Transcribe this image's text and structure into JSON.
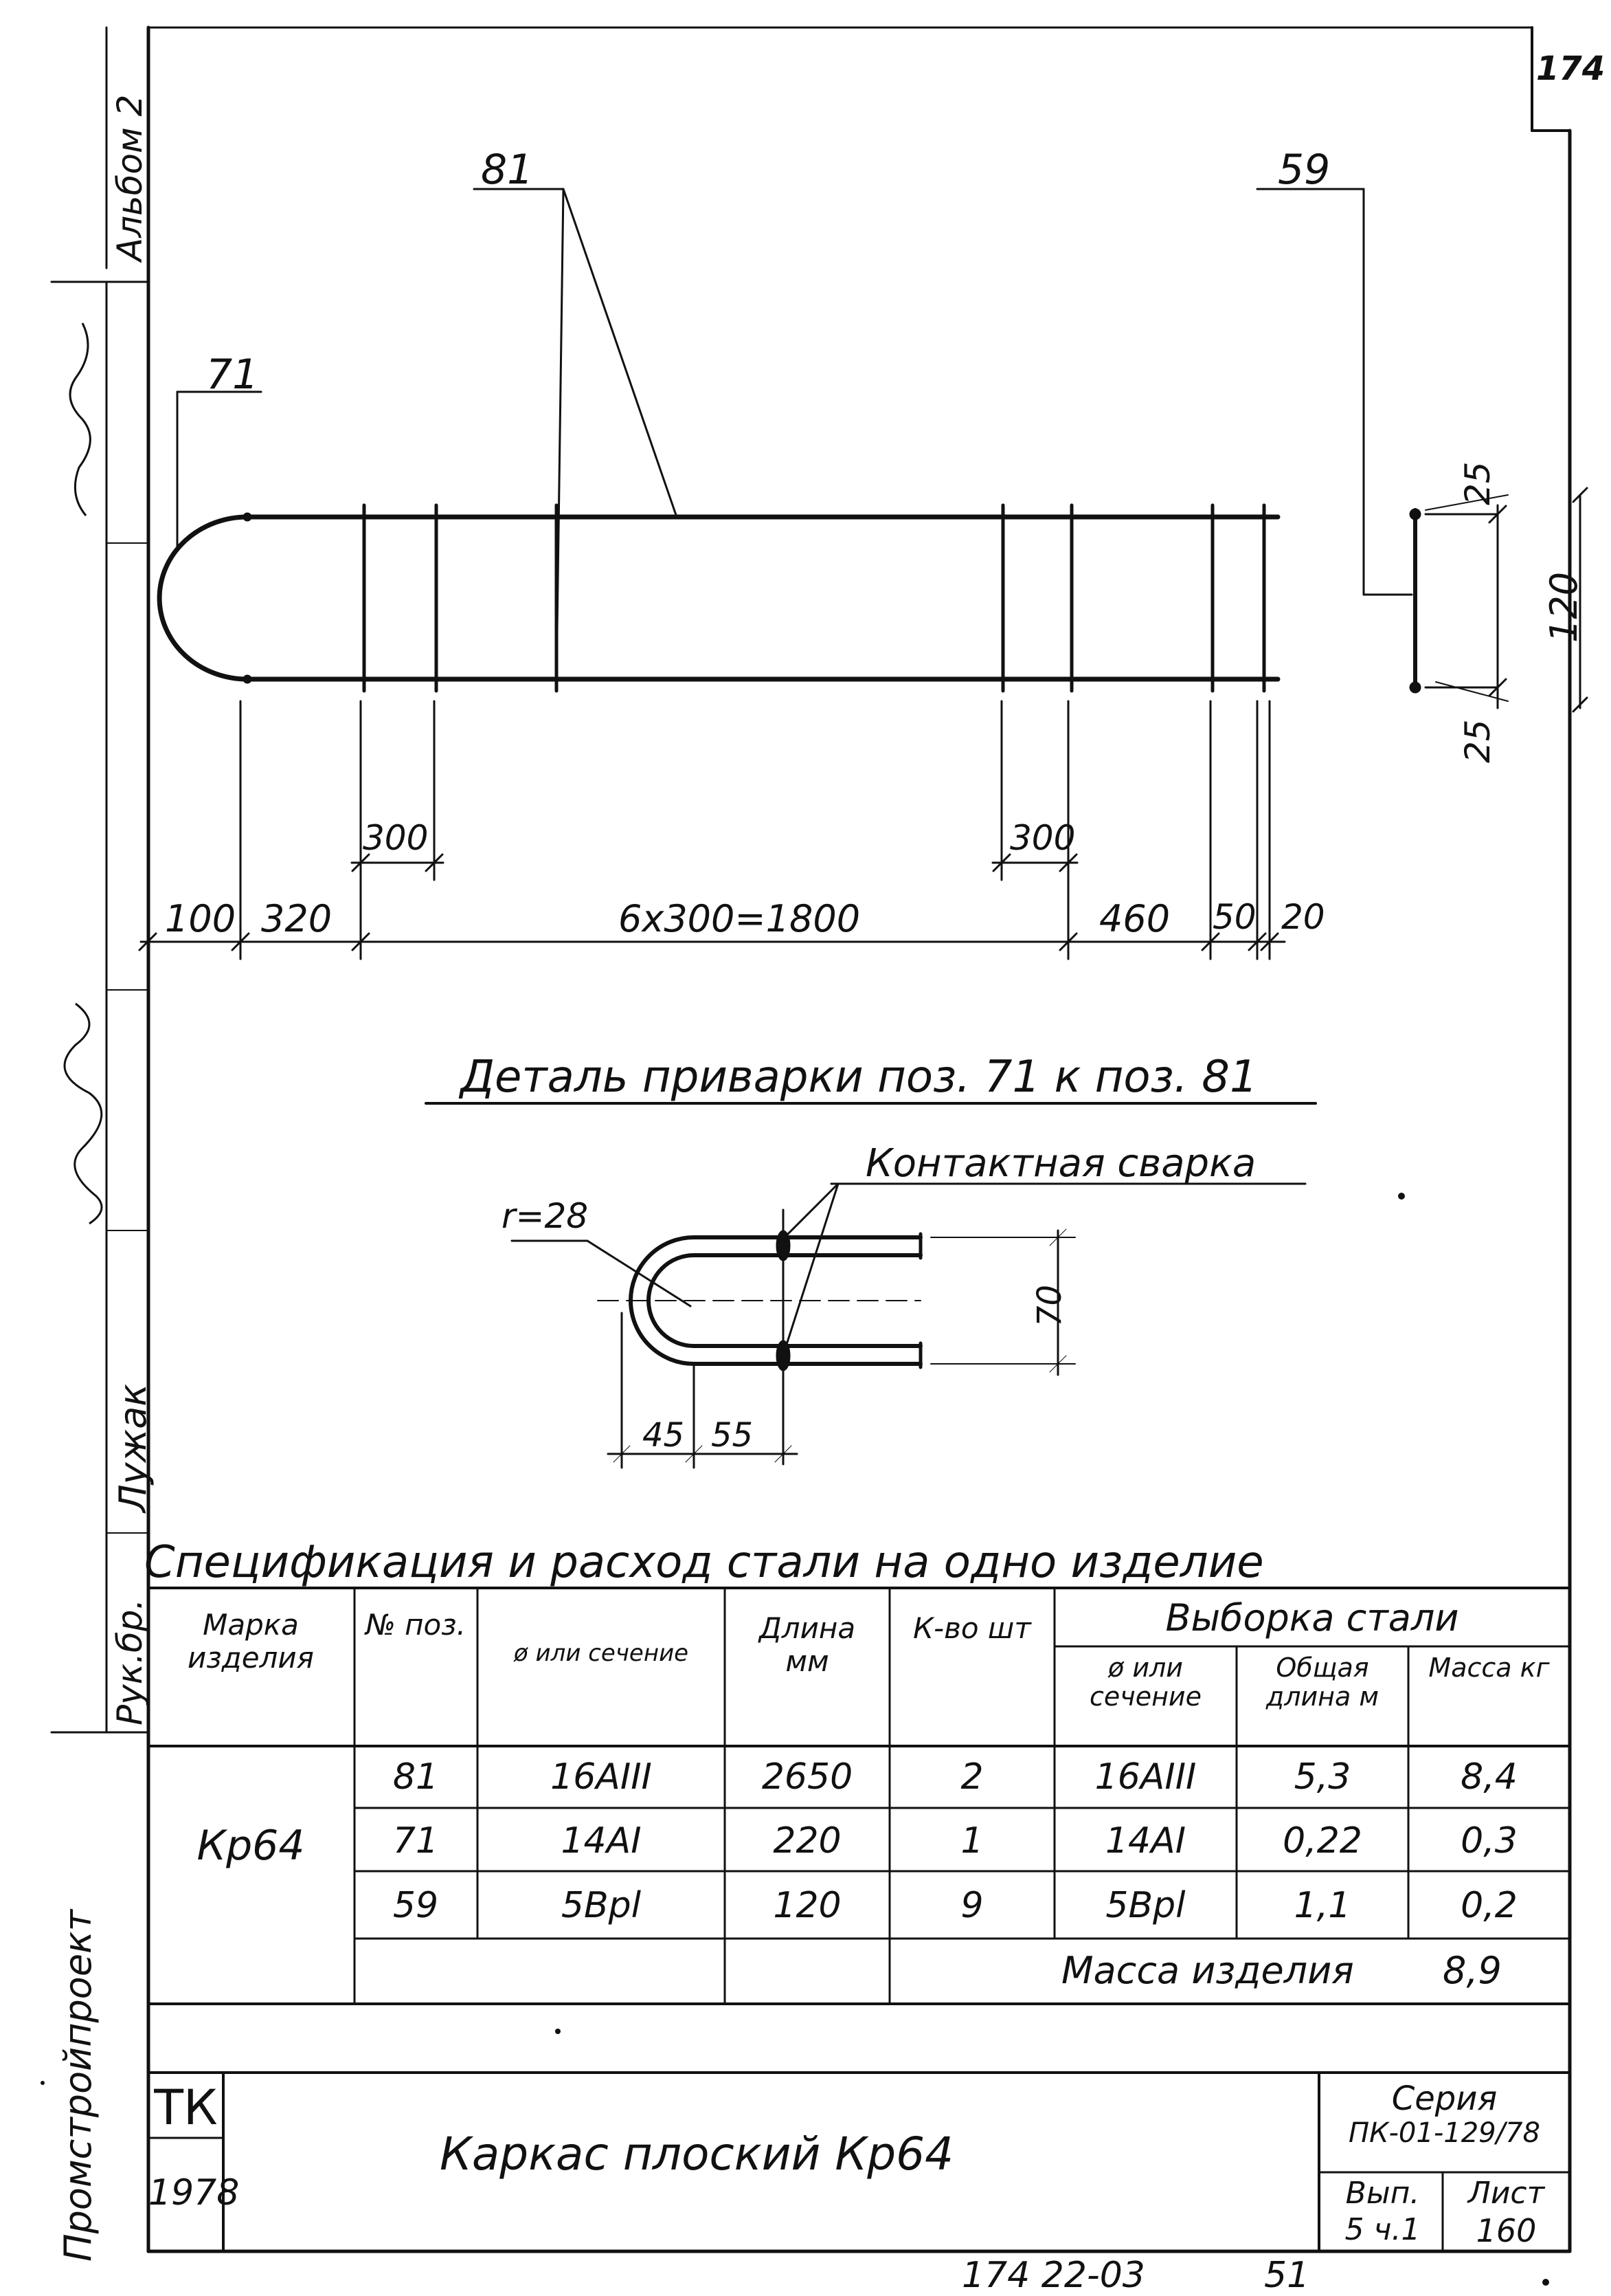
{
  "corner_tag": "174",
  "side": {
    "album": "Альбом 2",
    "institute": "Промстройпроект",
    "head_title": "Рук.бр.",
    "executor": "Лужак"
  },
  "drawing": {
    "callout_main_bar": "81",
    "callout_end_bar": "71",
    "callout_cross_bar": "59",
    "dims_bottom": [
      "100",
      "320",
      "6x300=1800",
      "460",
      "50",
      "20"
    ],
    "dims_spacing": [
      "300",
      "300"
    ],
    "dims_right": [
      "25",
      "120",
      "25"
    ]
  },
  "detail": {
    "title": "Деталь приварки поз. 71 к поз. 81",
    "weld_label": "Контактная сварка",
    "radius_label": "r=28",
    "dim_height": "70",
    "dim_a": "45",
    "dim_b": "55"
  },
  "spec": {
    "title": "Спецификация и расход стали на одно изделие",
    "headers": {
      "mark": "Марка изделия",
      "pos": "№ поз.",
      "section": "ø или сечение",
      "length": "Длина мм",
      "qty": "К-во шт",
      "selection": "Выборка стали",
      "sel_section": "ø или сечение",
      "sel_total": "Общая длина м",
      "sel_mass": "Масса кг"
    },
    "mark_value": "Кр64",
    "rows": [
      {
        "pos": "81",
        "section": "16AIII",
        "length": "2650",
        "qty": "2",
        "sel_section": "16AIII",
        "total": "5,3",
        "mass": "8,4"
      },
      {
        "pos": "71",
        "section": "14AI",
        "length": "220",
        "qty": "1",
        "sel_section": "14AI",
        "total": "0,22",
        "mass": "0,3"
      },
      {
        "pos": "59",
        "section": "5Bpl",
        "length": "120",
        "qty": "9",
        "sel_section": "5Bpl",
        "total": "1,1",
        "mass": "0,2"
      }
    ],
    "mass_total_label": "Масса изделия",
    "mass_total_value": "8,9"
  },
  "title_block": {
    "code": "ТК",
    "year": "1978",
    "name": "Каркас плоский Кр64",
    "series_label": "Серия",
    "series_value": "ПК-01-129/78",
    "issue_label": "Вып.",
    "issue_value": "5 ч.1",
    "sheet_label": "Лист",
    "sheet_value": "160"
  },
  "footer_number": "174 22-03",
  "footer_page": "51"
}
